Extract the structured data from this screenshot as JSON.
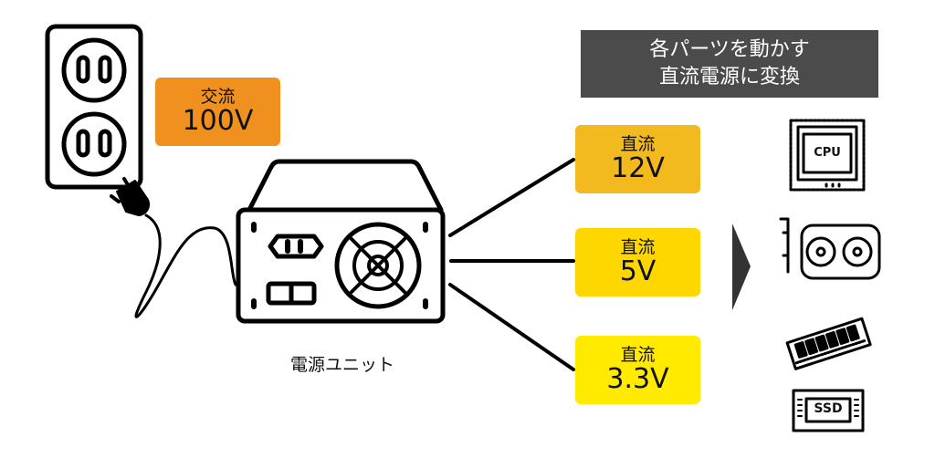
{
  "header": {
    "line1": "各パーツを動かす",
    "line2": "直流電源に変換"
  },
  "ac": {
    "kind": "交流",
    "voltage": "100V",
    "color": "#F0901E"
  },
  "psu_label": "電源ユニット",
  "dc_outputs": [
    {
      "kind": "直流",
      "voltage": "12V",
      "color": "#F2BA1E"
    },
    {
      "kind": "直流",
      "voltage": "5V",
      "color": "#FED700"
    },
    {
      "kind": "直流",
      "voltage": "3.3V",
      "color": "#FFEA00"
    }
  ],
  "icons": {
    "cpu_label": "CPU",
    "ssd_label": "SSD"
  }
}
